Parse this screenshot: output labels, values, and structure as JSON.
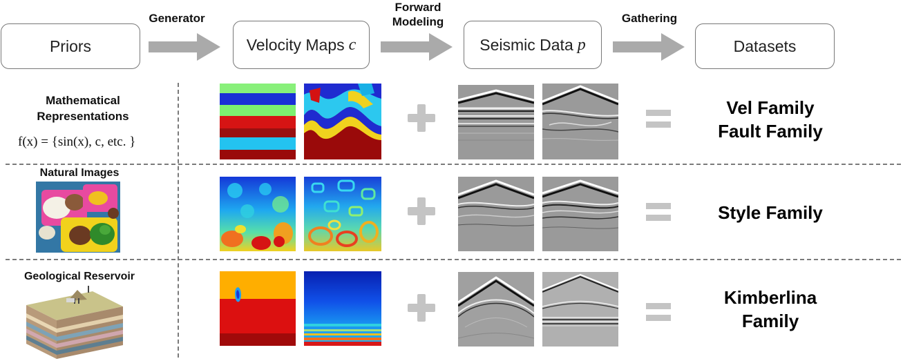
{
  "pipeline": {
    "boxes": [
      {
        "label": "Priors"
      },
      {
        "label": "Velocity Maps",
        "symbol": "c"
      },
      {
        "label": "Seismic Data",
        "symbol": "p"
      },
      {
        "label": "Datasets"
      }
    ],
    "arrows": [
      {
        "label": "Generator"
      },
      {
        "label": "Forward\nModeling"
      },
      {
        "label": "Gathering"
      }
    ]
  },
  "rows": [
    {
      "prior_title": "Mathematical\nRepresentations",
      "formula": "f(x) = {sin(x), c, etc. }",
      "families": "Vel Family\nFault Family"
    },
    {
      "prior_title": "Natural Images",
      "families": "Style Family"
    },
    {
      "prior_title": "Geological Reservoir",
      "families": "Kimberlina\nFamily"
    }
  ],
  "colors": {
    "box_border": "#777777",
    "arrow_fill": "#aaaaaa",
    "operator_fill": "#c4c4c4",
    "dashed_line": "#7a7a7a"
  }
}
